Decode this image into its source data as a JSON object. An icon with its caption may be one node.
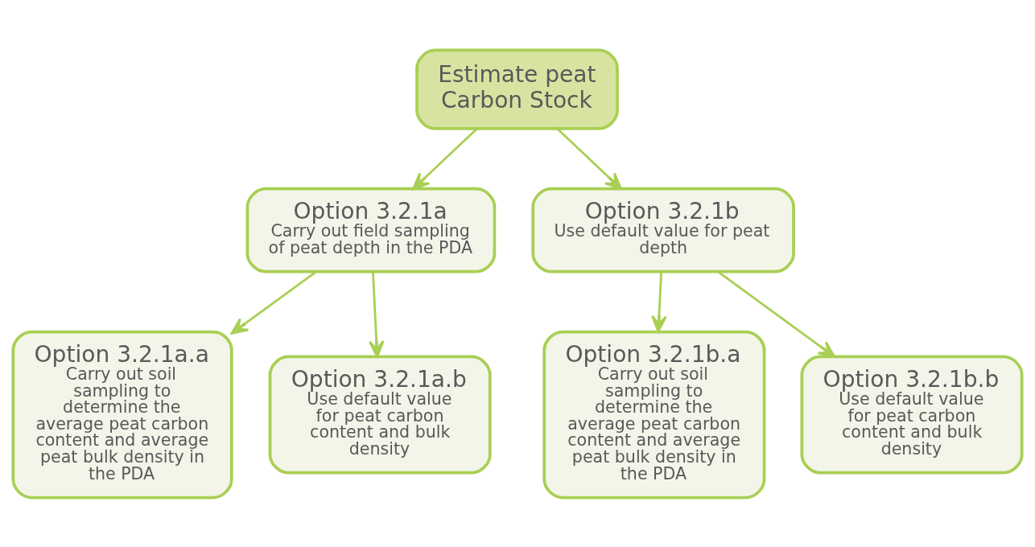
{
  "diagram": {
    "nodes": [
      {
        "text": [
          "Estimate peat Carbon Stock"
        ]
      },
      {
        "text": [
          "Option 3.2.1a",
          "Carry out field sampling of peat depth in the PDA"
        ]
      },
      {
        "text": [
          "Option 3.2.1b",
          "Use default value for peat depth"
        ]
      },
      {
        "text": [
          "Option 3.2.1a.a",
          "Carry out soil sampling to determine the average peat carbon content and average peat bulk density in the PDA"
        ]
      },
      {
        "text": [
          "Option 3.2.1a.b",
          "Use default value for peat carbon content and bulk density"
        ]
      },
      {
        "text": [
          "Option 3.2.1b.a",
          "Carry out soil sampling to determine the average peat carbon content and average peat bulk density in the PDA"
        ]
      },
      {
        "text": [
          "Option 3.2.1b.b",
          "Use default value for peat carbon content and bulk density"
        ]
      }
    ],
    "edges": [
      {
        "from": 0,
        "to": 1,
        "arrow": "to"
      },
      {
        "from": 0,
        "to": 2,
        "arrow": "to"
      },
      {
        "from": 1,
        "to": 3,
        "arrow": "to"
      },
      {
        "from": 1,
        "to": 4,
        "arrow": "to"
      },
      {
        "from": 2,
        "to": 5,
        "arrow": "to"
      },
      {
        "from": 2,
        "to": 6,
        "arrow": "to"
      }
    ]
  }
}
